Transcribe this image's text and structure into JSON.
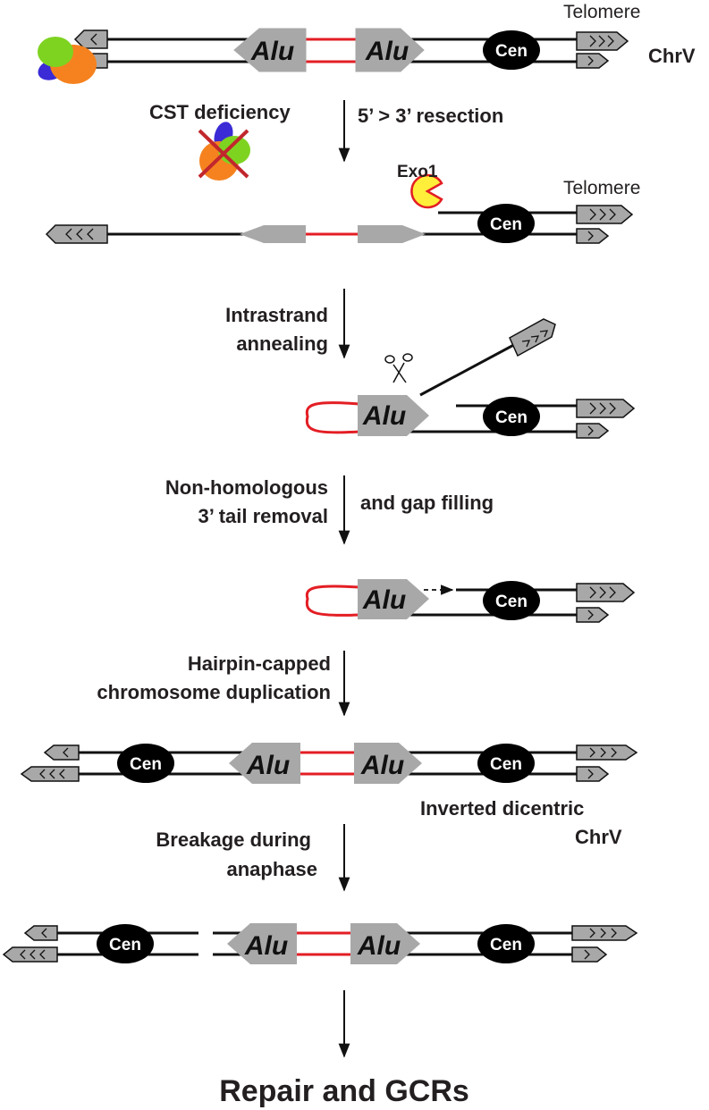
{
  "labels": {
    "telomere_top": "Telomere",
    "chrv_top": "ChrV",
    "cst_deficiency": "CST deficiency",
    "resection": "5’ > 3’ resection",
    "exo1": "Exo1",
    "telomere_mid": "Telomere",
    "intrastrand_1": "Intrastrand",
    "intrastrand_2": "annealing",
    "nonhomologous_1": "Non-homologous",
    "nonhomologous_2": "3’ tail removal",
    "gap_filling": "and gap filling",
    "hairpin_1": "Hairpin-capped",
    "hairpin_2": "chromosome duplication",
    "inverted_1": "Inverted dicentric",
    "inverted_2": "ChrV",
    "breakage_1": "Breakage during",
    "breakage_2": "anaphase",
    "final": "Repair and GCRs"
  },
  "element_text": {
    "alu": "Alu",
    "cen": "Cen"
  },
  "colors": {
    "strand": "#111111",
    "loop": "#e31e24",
    "telomere_fill": "#a8a8a8",
    "alu_fill": "#a8a8a8",
    "centromere": "#000000",
    "exo1_fill": "#ffef3a",
    "exo1_stroke": "#e31e24",
    "cst_orange": "#f5821f",
    "cst_green": "#7ed321",
    "cst_blue": "#3a2bd6",
    "cross": "#c1272d"
  },
  "icons": [
    "cst-complex-icon",
    "cst-complex-crossed-icon",
    "exo1-pacman-icon",
    "scissors-icon"
  ]
}
